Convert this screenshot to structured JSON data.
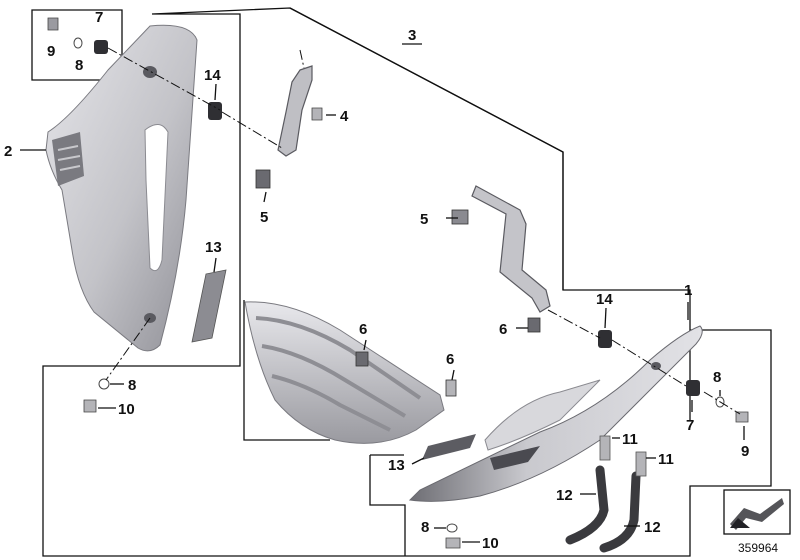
{
  "diagram": {
    "reference_number": "359964",
    "callouts": {
      "c1": "1",
      "c2": "2",
      "c3": "3",
      "c4": "4",
      "c5a": "5",
      "c5b": "5",
      "c6a": "6",
      "c6b": "6",
      "c6c": "6",
      "c7a": "7",
      "c7b": "7",
      "c8a": "8",
      "c8b": "8",
      "c8c": "8",
      "c8d": "8",
      "c9a": "9",
      "c9b": "9",
      "c10a": "10",
      "c10b": "10",
      "c11a": "11",
      "c11b": "11",
      "c12a": "12",
      "c12b": "12",
      "c13a": "13",
      "c13b": "13",
      "c14a": "14",
      "c14b": "14"
    },
    "colors": {
      "line": "#111111",
      "part_fill": "#d2d2d6",
      "part_shade": "#9d9da3",
      "part_dark": "#5a5a60"
    }
  }
}
